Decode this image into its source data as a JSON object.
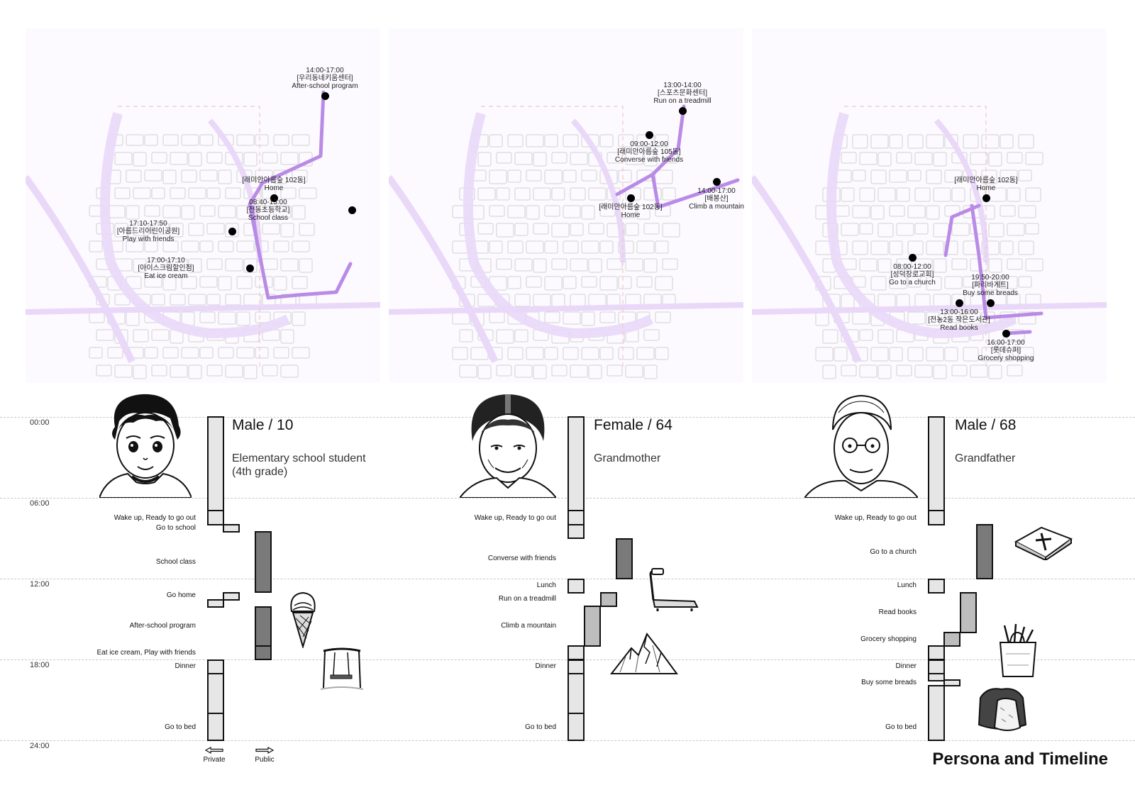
{
  "title": "Persona and Timeline",
  "times": [
    "00:00",
    "06:00",
    "12:00",
    "18:00",
    "24:00"
  ],
  "legend": {
    "private": "Private",
    "public": "Public"
  },
  "colors": {
    "route": "#b98be6",
    "road": "#e9d8f8",
    "private_bar": "#e6e6e6",
    "public_bar": "#7a7a7a",
    "mid_bar": "#bdbdbd"
  },
  "personas": [
    {
      "title": "Male / 10",
      "role_line1": "Elementary school student",
      "role_line2": "(4th grade)",
      "portrait": "boy-portrait",
      "map_locations": [
        {
          "time": "14:00-17:00",
          "place": "[우리동네키움센터]",
          "activity": "After-school program"
        },
        {
          "time": "",
          "place": "[래미안아름숲 102동]",
          "activity": "Home"
        },
        {
          "time": "08:40-13:00",
          "place": "[전동초등학교]",
          "activity": "School class"
        },
        {
          "time": "17:10-17:50",
          "place": "[아름드리어린이공원]",
          "activity": "Play with friends"
        },
        {
          "time": "17:00-17:10",
          "place": "[아이스크림할인점]",
          "activity": "Eat ice cream"
        }
      ],
      "activities": [
        "Wake up, Ready to go out",
        "Go to school",
        "School class",
        "Go home",
        "After-school program",
        "Eat ice cream, Play with friends",
        "Dinner",
        "Go to bed"
      ],
      "illustrations": [
        "ice-cream-icon",
        "swing-icon"
      ]
    },
    {
      "title": "Female / 64",
      "role_line1": "Grandmother",
      "role_line2": "",
      "portrait": "grandmother-portrait",
      "map_locations": [
        {
          "time": "13:00-14:00",
          "place": "[스포츠문화센터]",
          "activity": "Run on a treadmill"
        },
        {
          "time": "09:00-12:00",
          "place": "[래미안아름숲 105동]",
          "activity": "Converse with friends"
        },
        {
          "time": "14:00-17:00",
          "place": "[배봉산]",
          "activity": "Climb a mountain"
        },
        {
          "time": "",
          "place": "[래미안아름숲 102동]",
          "activity": "Home"
        }
      ],
      "activities": [
        "Wake up, Ready to go out",
        "Converse with friends",
        "Lunch",
        "Run on a treadmill",
        "Climb a mountain",
        "Dinner",
        "Go to bed"
      ],
      "illustrations": [
        "treadmill-icon",
        "mountain-icon"
      ]
    },
    {
      "title": "Male / 68",
      "role_line1": "Grandfather",
      "role_line2": "",
      "portrait": "grandfather-portrait",
      "map_locations": [
        {
          "time": "",
          "place": "[래미안아름숲 102동]",
          "activity": "Home"
        },
        {
          "time": "08:00-12:00",
          "place": "[성덕장로교회]",
          "activity": "Go to a church"
        },
        {
          "time": "19:50-20:00",
          "place": "[파리바게트]",
          "activity": "Buy some breads"
        },
        {
          "time": "13:00-16:00",
          "place": "[전농2동 작은도서관]",
          "activity": "Read books"
        },
        {
          "time": "16:00-17:00",
          "place": "[롯데슈퍼]",
          "activity": "Grocery shopping"
        }
      ],
      "activities": [
        "Wake up, Ready to go out",
        "Go to a church",
        "Lunch",
        "Read books",
        "Grocery shopping",
        "Dinner",
        "Buy some breads",
        "Go to bed"
      ],
      "illustrations": [
        "bible-icon",
        "grocery-bag-icon",
        "bread-icon"
      ]
    }
  ]
}
